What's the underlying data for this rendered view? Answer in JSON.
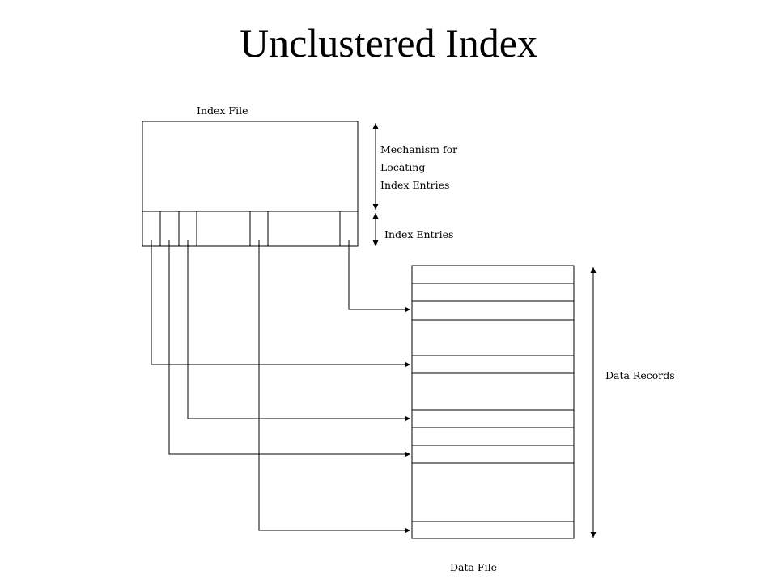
{
  "slide": {
    "title": "Unclustered Index"
  },
  "diagram": {
    "labels": {
      "index_file": "Index File",
      "mechanism_line1": "Mechanism for",
      "mechanism_line2": "Locating",
      "mechanism_line3": "Index Entries",
      "index_entries": "Index Entries",
      "data_records": "Data Records",
      "data_file": "Data File"
    }
  }
}
